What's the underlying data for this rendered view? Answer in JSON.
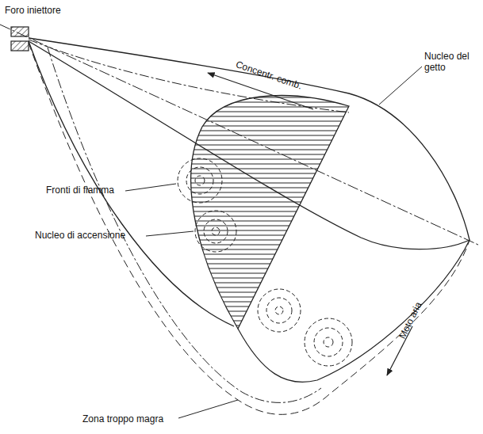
{
  "diagram": {
    "labels": [
      "Foro iniettore",
      "Concentr. comb.",
      "Nucleo del getto",
      "Fronti di fiamma",
      "Nucleo di accensione",
      "Moto aria",
      "Zona troppo magra"
    ]
  }
}
